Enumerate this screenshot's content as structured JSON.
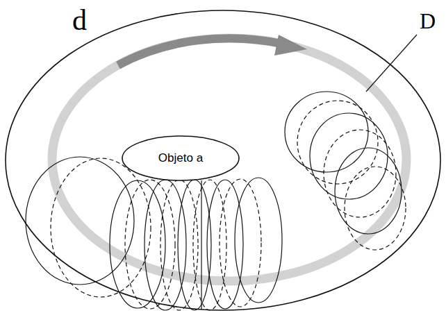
{
  "diagram": {
    "nodes": [
      {
        "text": [
          "Objeto a"
        ]
      }
    ],
    "labels": [
      "d",
      "D"
    ]
  }
}
